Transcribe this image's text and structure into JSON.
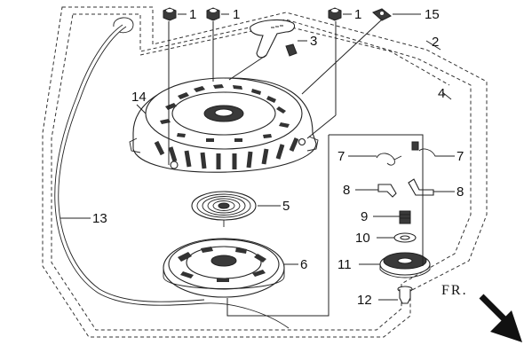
{
  "callouts": {
    "c1a": "1",
    "c1b": "1",
    "c1c": "1",
    "c2": "2",
    "c3": "3",
    "c4": "4",
    "c5": "5",
    "c6": "6",
    "c7a": "7",
    "c7b": "7",
    "c8a": "8",
    "c8b": "8",
    "c9": "9",
    "c10": "10",
    "c11": "11",
    "c12": "12",
    "c13": "13",
    "c14": "14",
    "c15": "15"
  },
  "direction_label": "FR."
}
